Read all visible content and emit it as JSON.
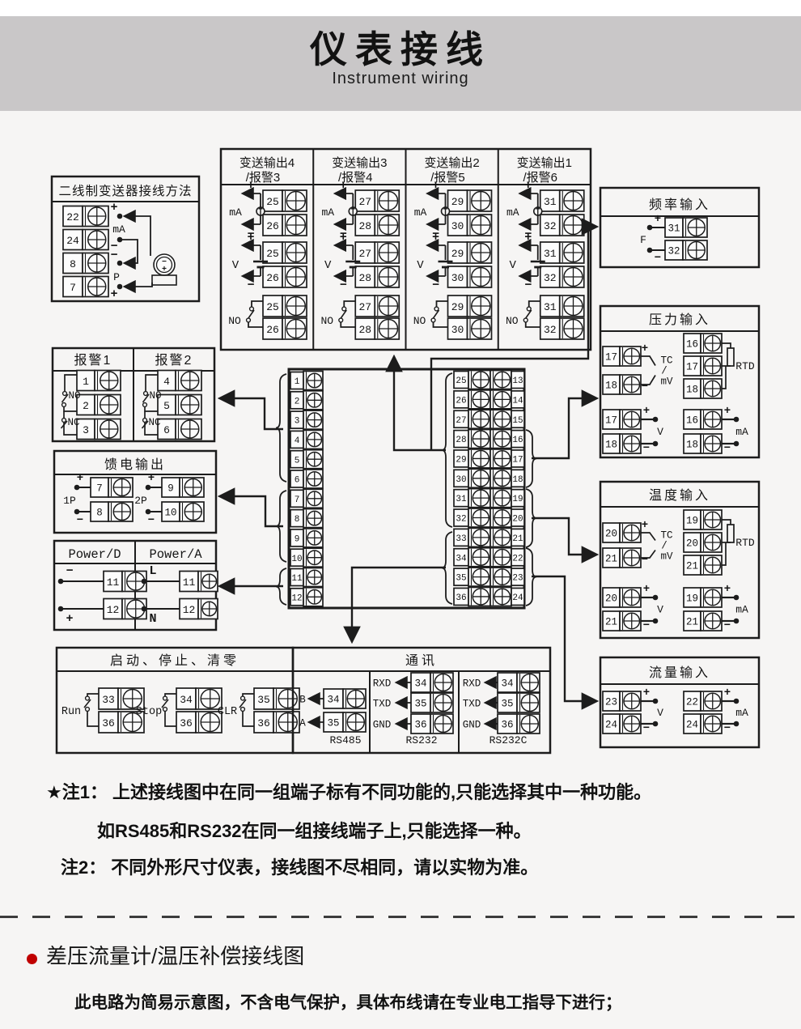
{
  "header": {
    "title": "仪表接线",
    "subtitle": "Instrument wiring"
  },
  "colors": {
    "accent_red": "#c00000",
    "header_band": "#c9c7c8",
    "line": "#1c1c1c",
    "page_bg": "#f6f5f4"
  },
  "diagram": {
    "two_wire": {
      "title": "二线制变送器接线方法",
      "rows": [
        {
          "no": "22",
          "sign": "+"
        },
        {
          "no": "24",
          "sign": "−"
        },
        {
          "no": "8",
          "sign": "−"
        },
        {
          "no": "7",
          "sign": "+"
        }
      ],
      "ma_label": "mA",
      "p_label": "P",
      "tx_minus": "−",
      "tx_plus": "+"
    },
    "trans_out": {
      "plus": "+",
      "minus": "−",
      "ma": "mA",
      "v": "V",
      "no": "NO",
      "columns": [
        {
          "title1": "变送输出4",
          "title2": "/报警3",
          "t": [
            "25",
            "26"
          ]
        },
        {
          "title1": "变送输出3",
          "title2": "/报警4",
          "t": [
            "27",
            "28"
          ]
        },
        {
          "title1": "变送输出2",
          "title2": "/报警5",
          "t": [
            "29",
            "30"
          ]
        },
        {
          "title1": "变送输出1",
          "title2": "/报警6",
          "t": [
            "31",
            "32"
          ]
        }
      ]
    },
    "freq": {
      "title": "频率输入",
      "f": "F",
      "rows": [
        {
          "no": "31",
          "sign": "+"
        },
        {
          "no": "32",
          "sign": "−"
        }
      ]
    },
    "alarm": {
      "no": "NO",
      "nc": "NC",
      "columns": [
        {
          "title": "报警1",
          "t": [
            "1",
            "2",
            "3"
          ]
        },
        {
          "title": "报警2",
          "t": [
            "4",
            "5",
            "6"
          ]
        }
      ]
    },
    "feed": {
      "title": "馈电输出",
      "plus": "+",
      "minus": "−",
      "groups": [
        {
          "label": "1P",
          "t": [
            "7",
            "8"
          ]
        },
        {
          "label": "2P",
          "t": [
            "9",
            "10"
          ]
        }
      ]
    },
    "power": {
      "columns": [
        {
          "title": "Power/D",
          "rows": [
            {
              "no": "11",
              "sign": "−"
            },
            {
              "no": "12",
              "sign": "+"
            }
          ]
        },
        {
          "title": "Power/A",
          "rows": [
            {
              "no": "11",
              "sign": "L"
            },
            {
              "no": "12",
              "sign": "N"
            }
          ]
        }
      ]
    },
    "pressure": {
      "title": "压力输入",
      "plus": "+",
      "minus": "−",
      "tc": {
        "t": [
          "17",
          "18"
        ],
        "label1": "TC",
        "label2": "/",
        "label3": "mV"
      },
      "rtd": {
        "t": [
          "16",
          "17",
          "18"
        ],
        "label": "RTD"
      },
      "v": {
        "t": [
          "17",
          "18"
        ],
        "label": "V"
      },
      "ma": {
        "t": [
          "16",
          "18"
        ],
        "label": "mA"
      }
    },
    "temp": {
      "title": "温度输入",
      "plus": "+",
      "minus": "−",
      "tc": {
        "t": [
          "20",
          "21"
        ],
        "label1": "TC",
        "label2": "/",
        "label3": "mV"
      },
      "rtd": {
        "t": [
          "19",
          "20",
          "21"
        ],
        "label": "RTD"
      },
      "v": {
        "t": [
          "20",
          "21"
        ],
        "label": "V"
      },
      "ma": {
        "t": [
          "19",
          "21"
        ],
        "label": "mA"
      }
    },
    "runstop": {
      "title": "启动、停止、清零",
      "groups": [
        {
          "label": "Run",
          "t": [
            "33",
            "36"
          ]
        },
        {
          "label": "Stop",
          "t": [
            "34",
            "36"
          ]
        },
        {
          "label": "CLR",
          "t": [
            "35",
            "36"
          ]
        }
      ]
    },
    "comm": {
      "title": "通讯",
      "sections": [
        {
          "name": "RS485",
          "rows": [
            {
              "label": "B",
              "no": "34"
            },
            {
              "label": "A",
              "no": "35"
            }
          ]
        },
        {
          "name": "RS232",
          "rows": [
            {
              "label": "RXD",
              "no": "34"
            },
            {
              "label": "TXD",
              "no": "35"
            },
            {
              "label": "GND",
              "no": "36"
            }
          ]
        },
        {
          "name": "RS232C",
          "rows": [
            {
              "label": "RXD",
              "no": "34"
            },
            {
              "label": "TXD",
              "no": "35"
            },
            {
              "label": "GND",
              "no": "36"
            }
          ]
        }
      ]
    },
    "flow": {
      "title": "流量输入",
      "plus": "+",
      "minus": "−",
      "v": {
        "t": [
          "23",
          "24"
        ],
        "label": "V"
      },
      "ma": {
        "t": [
          "22",
          "24"
        ],
        "label": "mA"
      }
    },
    "panel": {
      "left": [
        "1",
        "2",
        "3",
        "4",
        "5",
        "6",
        "7",
        "8",
        "9",
        "10",
        "11",
        "12"
      ],
      "mid": [
        "25",
        "26",
        "27",
        "28",
        "29",
        "30",
        "31",
        "32",
        "33",
        "34",
        "35",
        "36"
      ],
      "right": [
        "13",
        "14",
        "15",
        "16",
        "17",
        "18",
        "19",
        "20",
        "21",
        "22",
        "23",
        "24"
      ]
    }
  },
  "notes": {
    "n1_prefix": "★注1：",
    "n1_line1": "上述接线图中在同一组端子标有不同功能的,只能选择其中一种功能。",
    "n1_line2": "如RS485和RS232在同一组接线端子上,只能选择一种。",
    "n2_prefix": "注2：",
    "n2_text": "不同外形尺寸仪表，接线图不尽相同，请以实物为准。"
  },
  "bottom": {
    "heading": "差压流量计/温压补偿接线图",
    "subtext": "此电路为简易示意图，不含电气保护，具体布线请在专业电工指导下进行；"
  }
}
